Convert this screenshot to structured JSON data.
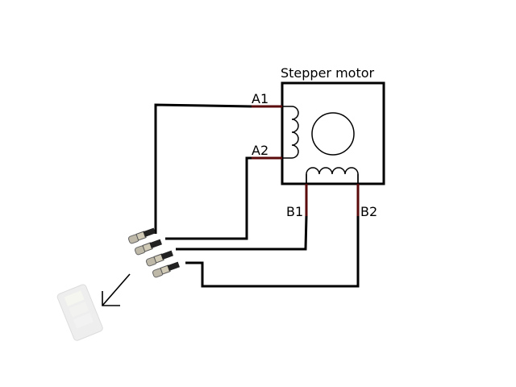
{
  "diagram": {
    "title": "Stepper motor",
    "pins": {
      "a1": "A1",
      "a2": "A2",
      "b1": "B1",
      "b2": "B2"
    },
    "colors": {
      "wire": "#000000",
      "lead": "#5a0a0a",
      "connector_housing": "#eeeeee"
    },
    "icons": {
      "arrow": "arrow-down-left-icon",
      "crimp_terminals": "crimp-terminal-icon",
      "connector_housing": "connector-housing-icon"
    }
  }
}
